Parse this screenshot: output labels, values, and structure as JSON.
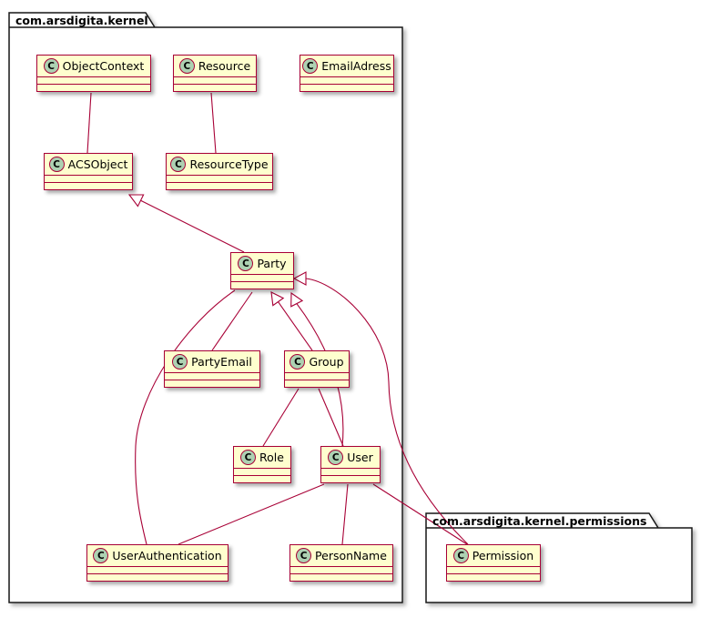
{
  "diagram": {
    "type": "uml-class-diagram",
    "tool_style": "plantuml"
  },
  "icons": {
    "class_letter": "C"
  },
  "colors": {
    "background": "#FFFFFF",
    "class_fill": "#FEFECE",
    "class_border": "#A80036",
    "edge": "#A80036",
    "generalization_arrow_fill": "#FFFFFF",
    "class_icon_fill": "#ADD1B2",
    "package_border": "#181818"
  },
  "packages": {
    "kernel": {
      "name": "com.arsdigita.kernel"
    },
    "permissions": {
      "name": "com.arsdigita.kernel.permissions"
    }
  },
  "classes": {
    "object_context": {
      "name": "ObjectContext",
      "package": "com.arsdigita.kernel"
    },
    "resource": {
      "name": "Resource",
      "package": "com.arsdigita.kernel"
    },
    "email_adress": {
      "name": "EmailAdress",
      "package": "com.arsdigita.kernel"
    },
    "acs_object": {
      "name": "ACSObject",
      "package": "com.arsdigita.kernel"
    },
    "resource_type": {
      "name": "ResourceType",
      "package": "com.arsdigita.kernel"
    },
    "party": {
      "name": "Party",
      "package": "com.arsdigita.kernel"
    },
    "party_email": {
      "name": "PartyEmail",
      "package": "com.arsdigita.kernel"
    },
    "group": {
      "name": "Group",
      "package": "com.arsdigita.kernel"
    },
    "role": {
      "name": "Role",
      "package": "com.arsdigita.kernel"
    },
    "user": {
      "name": "User",
      "package": "com.arsdigita.kernel"
    },
    "user_authentication": {
      "name": "UserAuthentication",
      "package": "com.arsdigita.kernel"
    },
    "person_name": {
      "name": "PersonName",
      "package": "com.arsdigita.kernel"
    },
    "permission": {
      "name": "Permission",
      "package": "com.arsdigita.kernel.permissions"
    }
  },
  "edges": [
    {
      "from": "ObjectContext",
      "to": "ACSObject",
      "type": "association"
    },
    {
      "from": "Resource",
      "to": "ResourceType",
      "type": "association"
    },
    {
      "from": "Party",
      "to": "ACSObject",
      "type": "generalization"
    },
    {
      "from": "PartyEmail",
      "to": "Party",
      "type": "association"
    },
    {
      "from": "Group",
      "to": "Party",
      "type": "generalization"
    },
    {
      "from": "User",
      "to": "Party",
      "type": "generalization"
    },
    {
      "from": "Permission",
      "to": "Party",
      "type": "generalization"
    },
    {
      "from": "UserAuthentication",
      "to": "Party",
      "type": "association"
    },
    {
      "from": "Group",
      "to": "Role",
      "type": "association"
    },
    {
      "from": "Group",
      "to": "User",
      "type": "association"
    },
    {
      "from": "User",
      "to": "UserAuthentication",
      "type": "association"
    },
    {
      "from": "User",
      "to": "PersonName",
      "type": "association"
    },
    {
      "from": "User",
      "to": "Permission",
      "type": "association"
    }
  ]
}
